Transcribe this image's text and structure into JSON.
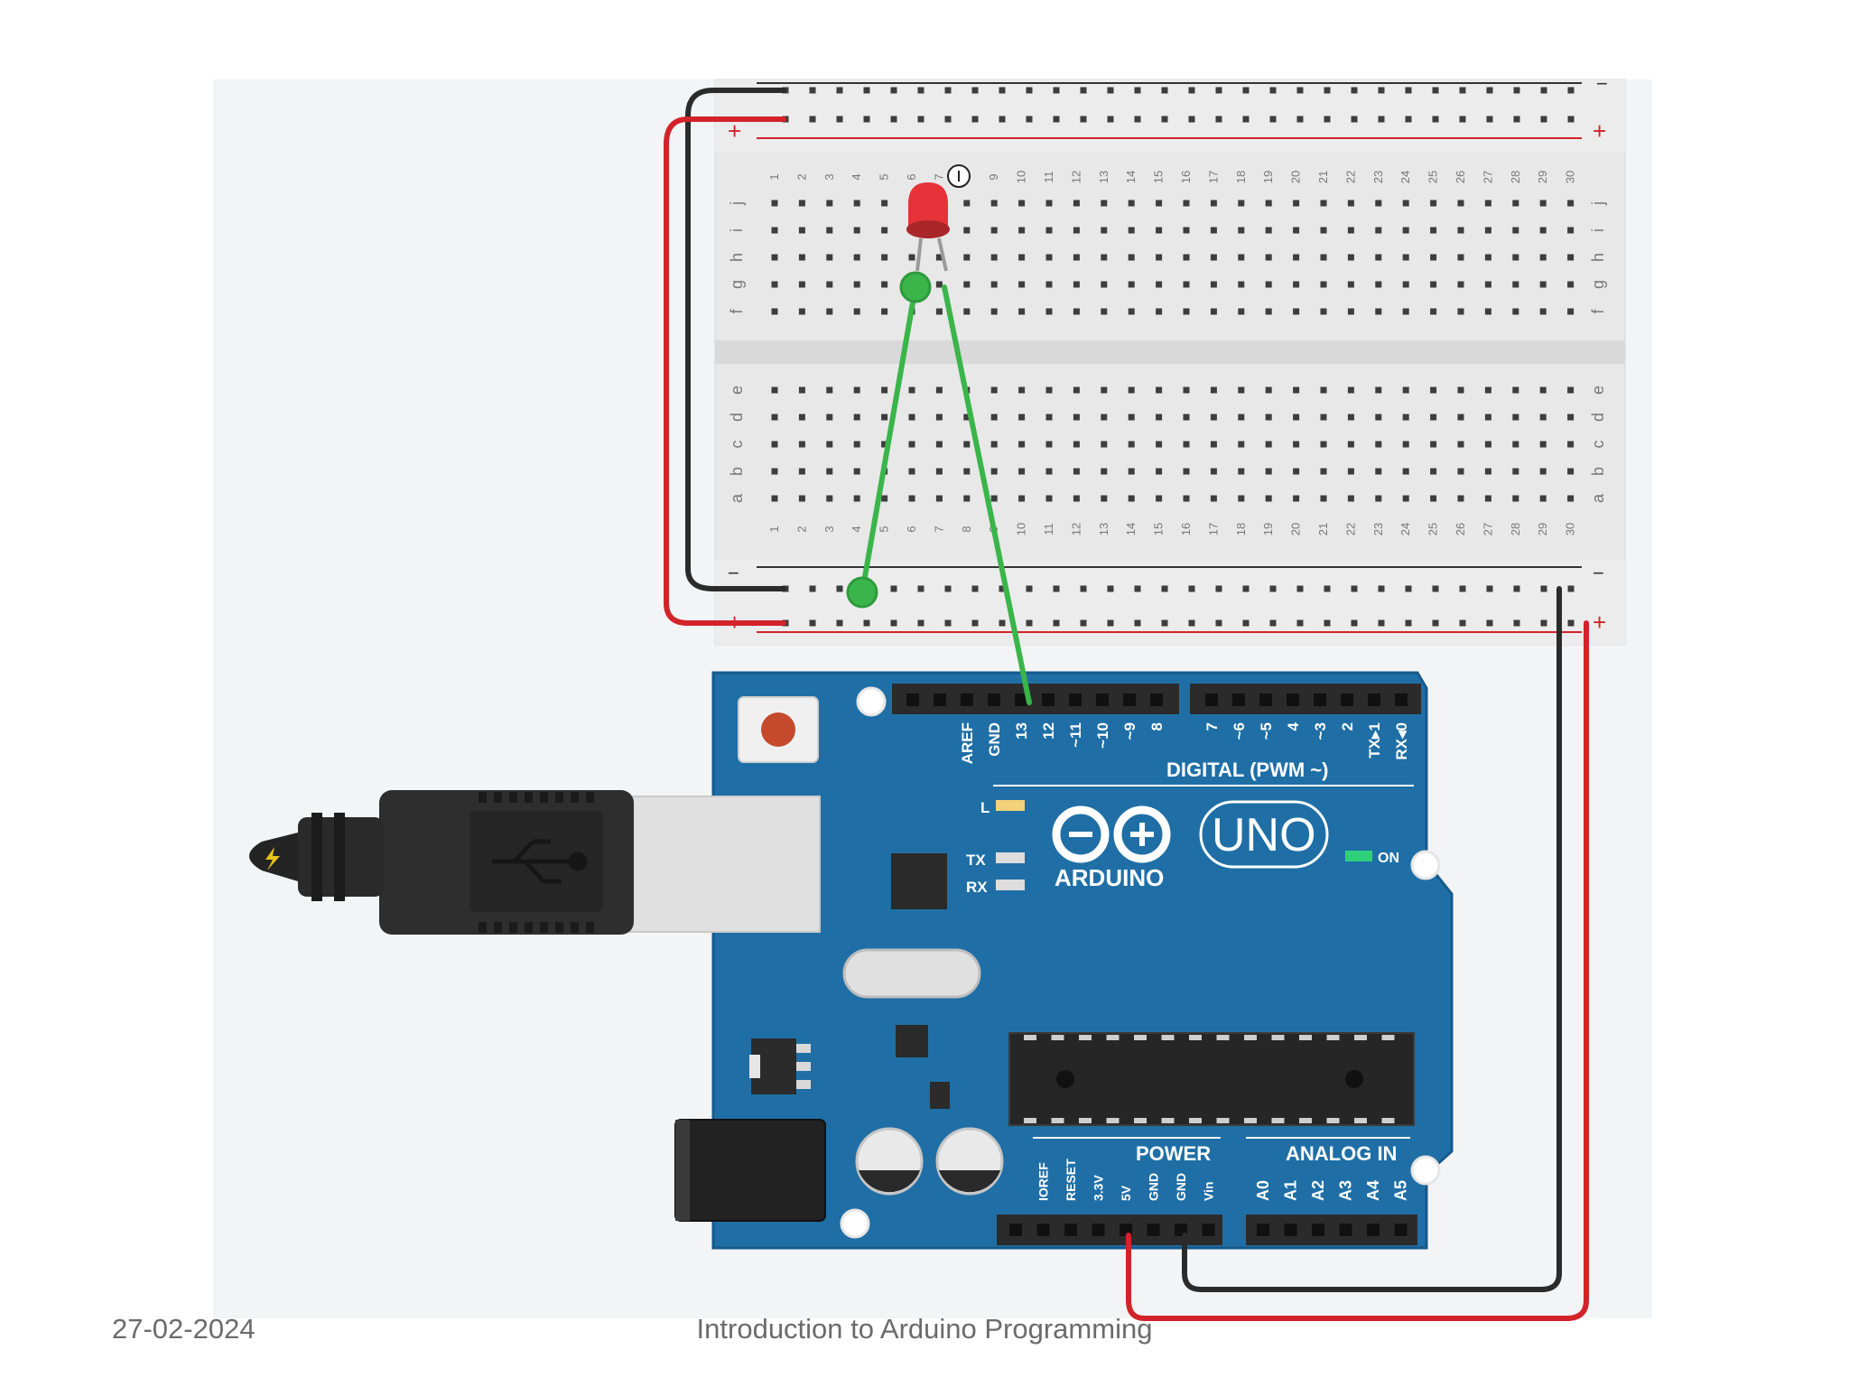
{
  "footer": {
    "date": "27-02-2024",
    "title": "Introduction to Arduino Programming"
  },
  "breadboard": {
    "column_numbers": [
      "1",
      "2",
      "3",
      "4",
      "5",
      "6",
      "7",
      "8",
      "9",
      "10",
      "11",
      "12",
      "13",
      "14",
      "15",
      "16",
      "17",
      "18",
      "19",
      "20",
      "21",
      "22",
      "23",
      "24",
      "25",
      "26",
      "27",
      "28",
      "29",
      "30"
    ],
    "top_rows": [
      "j",
      "i",
      "h",
      "g",
      "f"
    ],
    "bottom_rows": [
      "e",
      "d",
      "c",
      "b",
      "a"
    ],
    "rail_minus": "−",
    "rail_plus": "+"
  },
  "arduino": {
    "logo_text": "ARDUINO",
    "model": "UNO",
    "digital_label": "DIGITAL (PWM ~)",
    "digital_pins_left": [
      "AREF",
      "GND",
      "13",
      "12",
      "~11",
      "~10",
      "~9",
      "8"
    ],
    "digital_pins_right": [
      "7",
      "~6",
      "~5",
      "4",
      "~3",
      "2",
      "TX▸1",
      "RX◂0"
    ],
    "power_label": "POWER",
    "power_pins": [
      "IOREF",
      "RESET",
      "3.3V",
      "5V",
      "GND",
      "GND",
      "Vin"
    ],
    "analog_label": "ANALOG IN",
    "analog_pins": [
      "A0",
      "A1",
      "A2",
      "A3",
      "A4",
      "A5"
    ],
    "led_l": "L",
    "led_tx": "TX",
    "led_rx": "RX",
    "led_on": "ON"
  },
  "colors": {
    "board_blue": "#1f6fa6",
    "wire_red": "#d2232a",
    "wire_black": "#2b2b2b",
    "wire_green": "#3ab54a",
    "led_red": "#e8323a",
    "breadboard": "#e7e7e7",
    "canvas": "#f2f4f5"
  }
}
